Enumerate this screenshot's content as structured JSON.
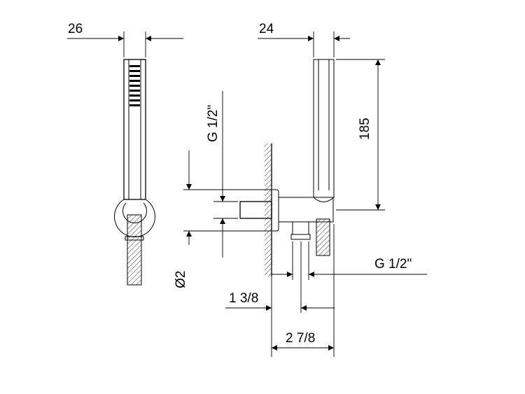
{
  "dimensions": {
    "shower_width": "26",
    "holder_width": "24",
    "holder_height": "185",
    "inlet_thread": "G 1/2\"",
    "outlet_thread": "G 1/2\"",
    "diameter": "Ø2",
    "outlet_offset": "1 3/8",
    "total_depth": "2 7/8"
  }
}
